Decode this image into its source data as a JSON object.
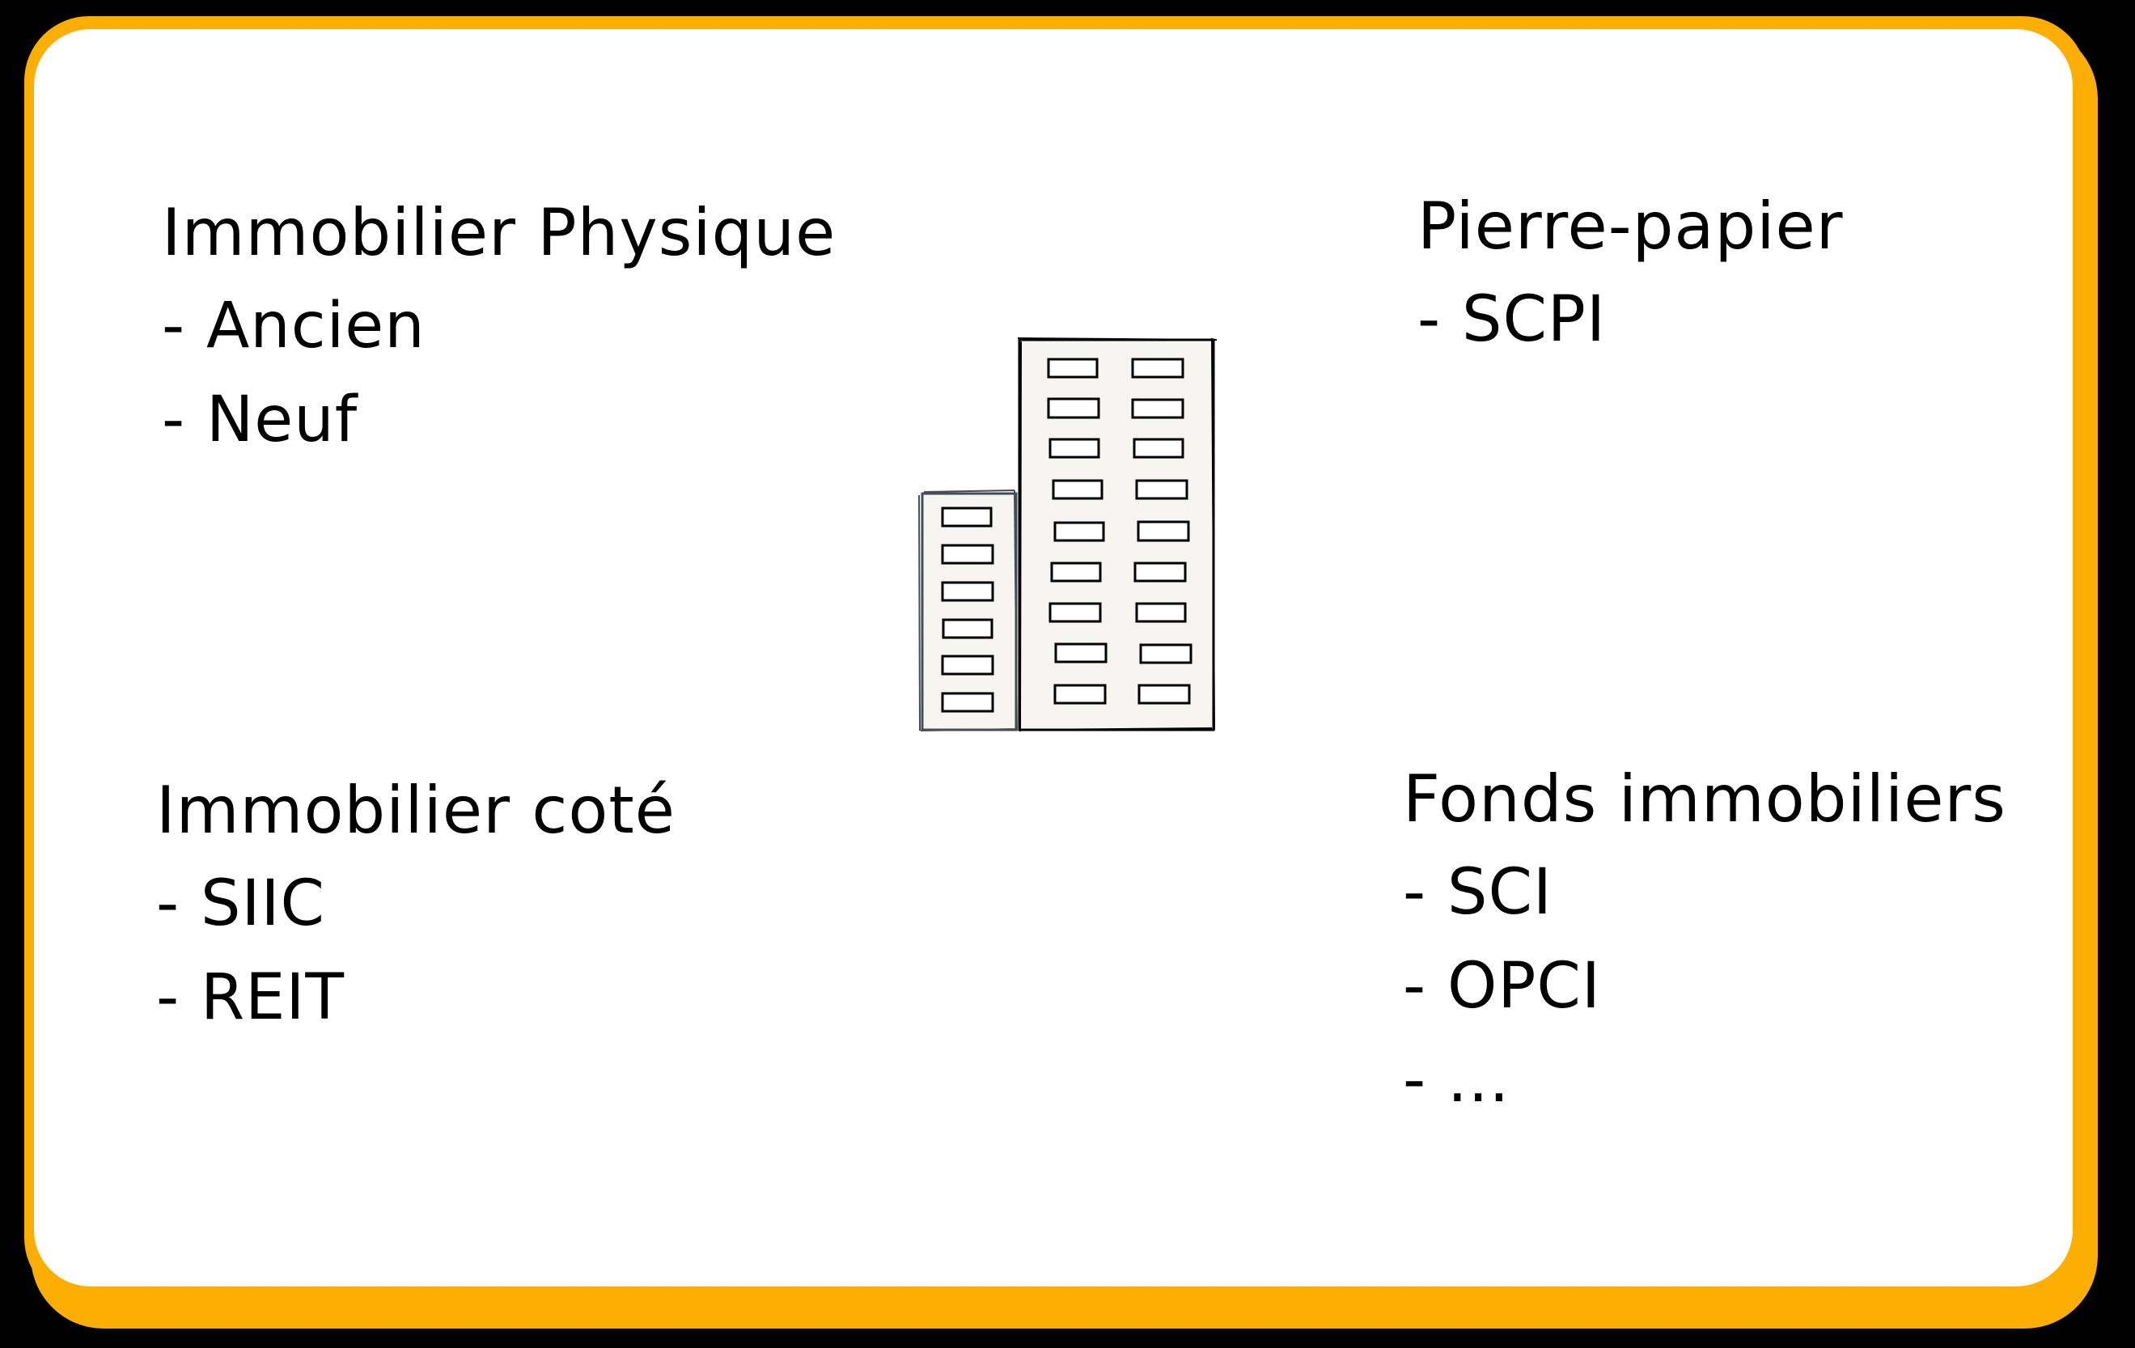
{
  "diagram": {
    "frame": {
      "border_color": "#FDAE03",
      "background": "#FFFFFF",
      "outer_background": "#000000"
    },
    "center_icon": "office-building-icon",
    "building": {
      "fill": "#F6F5F1",
      "stroke": "#000000",
      "small_stroke": "#474D54",
      "tall_tower_windows": 18,
      "short_tower_windows": 6
    },
    "categories": [
      {
        "title": "Immobilier Physique",
        "items": [
          "- Ancien",
          "- Neuf"
        ]
      },
      {
        "title": "Pierre-papier",
        "items": [
          "- SCPI"
        ]
      },
      {
        "title": "Immobilier coté",
        "items": [
          "- SIIC",
          "- REIT"
        ]
      },
      {
        "title": "Fonds immobiliers",
        "items": [
          "- SCI",
          "- OPCI",
          "- ..."
        ]
      }
    ]
  }
}
